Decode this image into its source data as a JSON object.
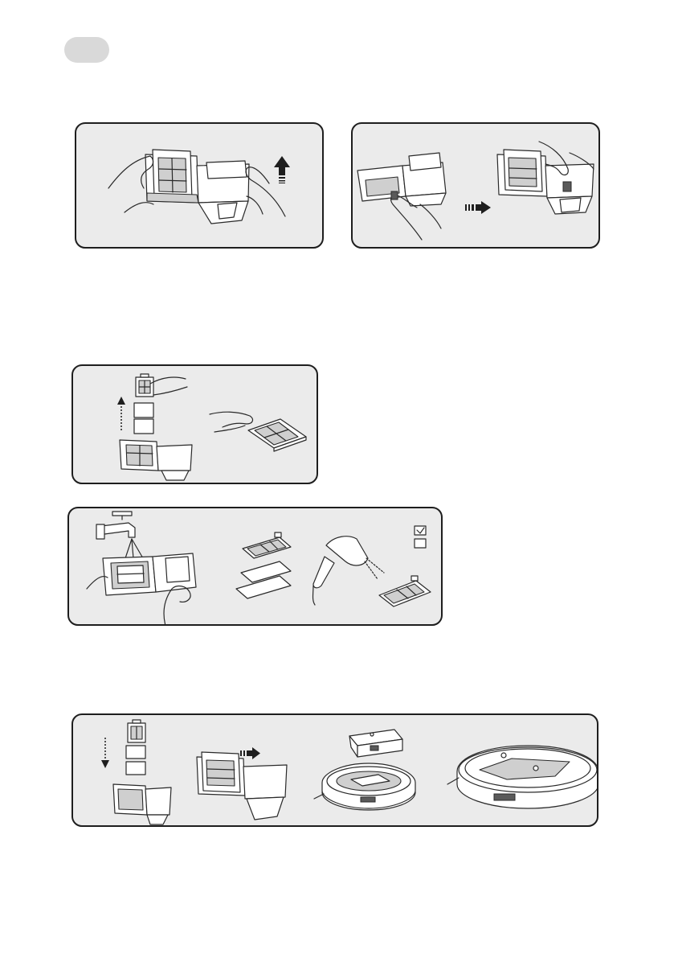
{
  "page": {
    "badge_color": "#d9d9d9",
    "panel_fill": "#ebebeb",
    "line_color": "#1e1e1e"
  },
  "panels": [
    {
      "name": "remove-dustbin-step",
      "icons": [
        "hands-icon",
        "dustbin-icon",
        "up-arrow-icon"
      ]
    },
    {
      "name": "open-lid-step",
      "icons": [
        "dustbin-icon",
        "hand-icon",
        "right-arrow-icon"
      ]
    },
    {
      "name": "remove-filter-step",
      "icons": [
        "filter-icon",
        "sponge-icon",
        "up-dotted-arrow-icon",
        "hand-icon"
      ]
    },
    {
      "name": "wash-and-dry-step",
      "icons": [
        "faucet-icon",
        "filter-icon",
        "sponge-icon",
        "hair-dryer-icon",
        "checked-checkbox-icon",
        "empty-checkbox-icon"
      ]
    },
    {
      "name": "reinstall-step",
      "icons": [
        "filter-icon",
        "down-dotted-arrow-icon",
        "dustbin-icon",
        "right-arrow-icon",
        "robot-vacuum-icon"
      ]
    }
  ]
}
